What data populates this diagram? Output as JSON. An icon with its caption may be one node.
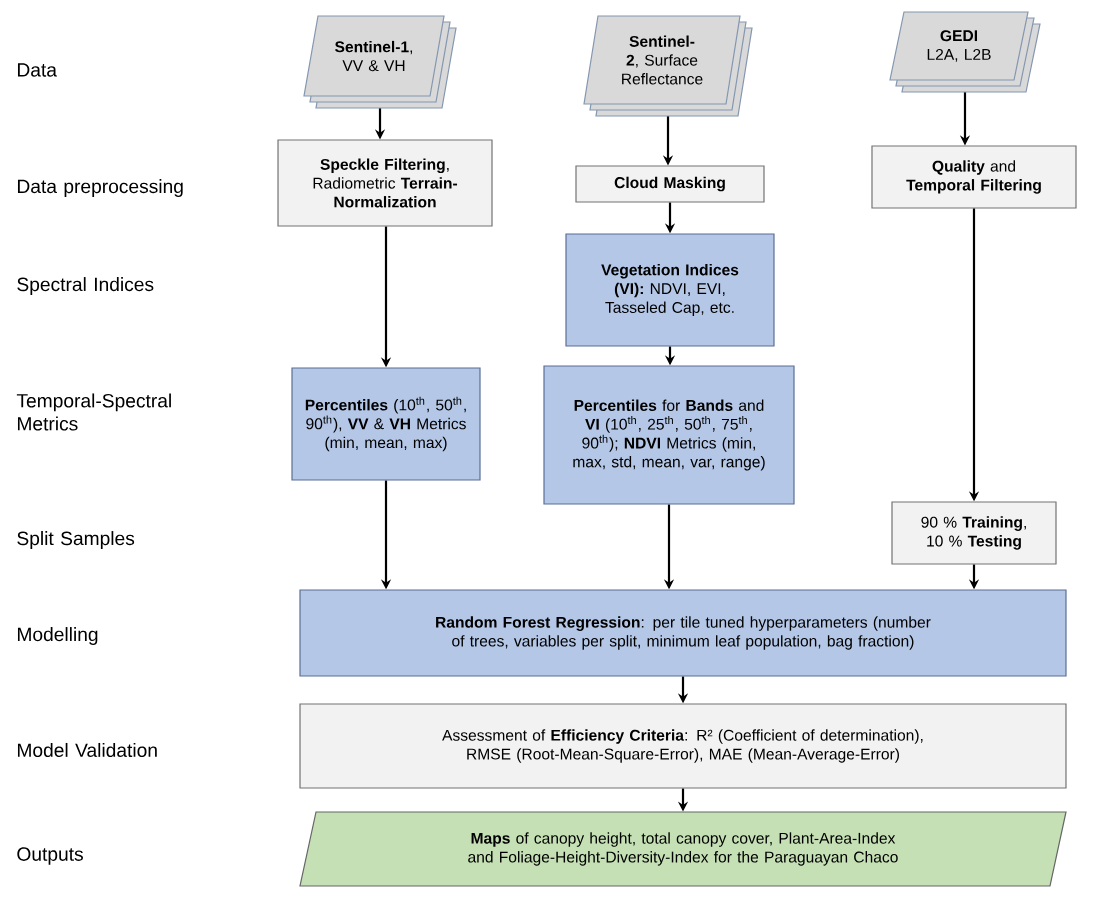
{
  "diagram": {
    "nodes": [
      {
        "text": [
          "**Sentinel-1**, VV & VH"
        ]
      },
      {
        "text": [
          "**Sentinel-2**, Surface Reflectance"
        ]
      },
      {
        "text": [
          "**GEDI** L2A, L2B"
        ]
      },
      {
        "text": [
          "**Speckle Filtering**, Radiometric **Terrain-Normalization**"
        ]
      },
      {
        "text": [
          "Cloud Masking"
        ]
      },
      {
        "text": [
          "**Quality** and **Temporal Filtering**"
        ]
      },
      {
        "text": [
          "**Vegetation Indices (VI):** NDVI, EVI, Tasseled Cap, etc."
        ]
      },
      {
        "text": [
          "**Percentiles** (10$^{th}$, 50$^{th}$, 90$^{th}$), **VV** & **VH** Metrics (min, mean, max)"
        ]
      },
      {
        "text": [
          "**Percentiles** for **Bands** and **VI** (10$^{th}$, 25$^{th}$, 50$^{th}$, 75$^{th}$, 90$^{th}$); **NDVI** Metrics (min, max, std, mean, var, range)"
        ]
      },
      {
        "text": [
          "90 % **Training**, 10 % **Testing**"
        ]
      },
      {
        "text": [
          "**Random Forest Regression**: per tile tuned hyperparameters (number of trees, variables per split, minimum leaf population, bag fraction)"
        ]
      },
      {
        "text": [
          "Assessment of **Efficiency Criteria**: R² (Coefficient of determination), RMSE (Root-Mean-Square-Error), MAE (Mean-Average-Error)"
        ]
      },
      {
        "text": [
          "**Maps** of canopy height, total canopy cover, Plant-Area-Index and Foliage-Height-Diversity-Index for the Paraguayan Chaco"
        ]
      }
    ],
    "edges": [
      {
        "from": 0,
        "to": 3,
        "arrow": "to"
      },
      {
        "from": 1,
        "to": 4,
        "arrow": "to"
      },
      {
        "from": 2,
        "to": 5,
        "arrow": "to"
      },
      {
        "from": 4,
        "to": 6,
        "arrow": "to"
      },
      {
        "from": 3,
        "to": 7,
        "arrow": "to"
      },
      {
        "from": 6,
        "to": 8,
        "arrow": "to"
      },
      {
        "from": 5,
        "to": 9,
        "arrow": "to"
      },
      {
        "from": 7,
        "to": 10,
        "arrow": "to"
      },
      {
        "from": 8,
        "to": 10,
        "arrow": "to"
      },
      {
        "from": 9,
        "to": 10,
        "arrow": "to"
      },
      {
        "from": 10,
        "to": 11,
        "arrow": "to"
      },
      {
        "from": 11,
        "to": 12,
        "arrow": "to"
      }
    ],
    "labels": [
      "Data",
      "Data preprocessing",
      "Spectral Indices",
      "Temporal-Spectral Metrics",
      "Split Samples",
      "Modelling",
      "Model Validation",
      "Outputs"
    ]
  }
}
